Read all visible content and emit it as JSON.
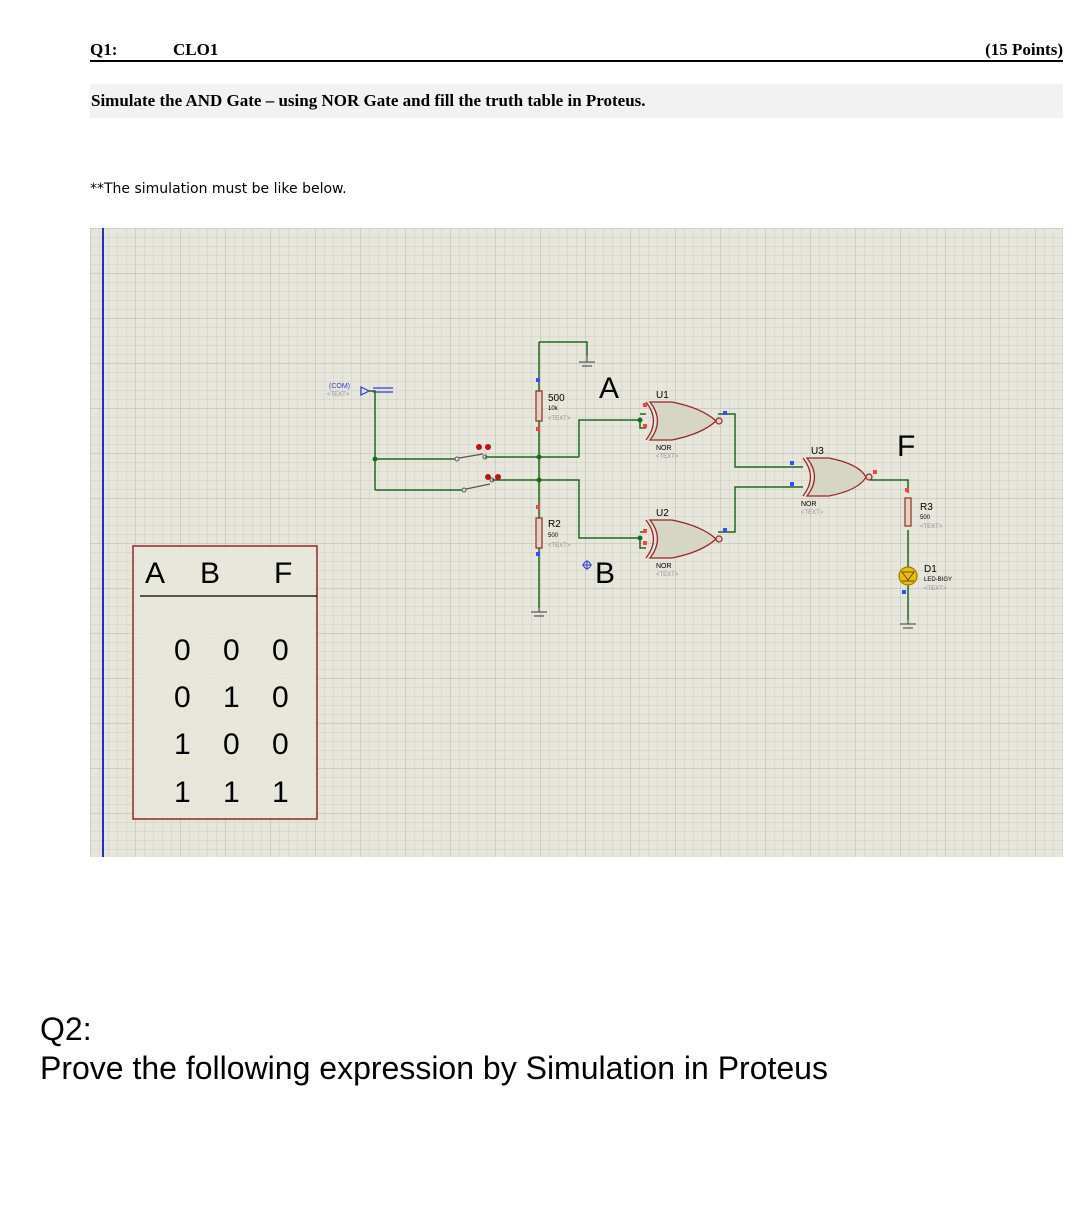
{
  "q1": {
    "number": "Q1:",
    "clo": "CLO1",
    "points": "(15 Points)",
    "task": "Simulate the AND Gate – using NOR Gate and fill the truth table in Proteus.",
    "note": "**The simulation must be like below."
  },
  "schematic": {
    "colors": {
      "background": "#e6e6dc",
      "grid": "#c8c8b8",
      "wire": "#1a6b1a",
      "gate_fill": "#d6d6c4",
      "gate_stroke": "#9b2525",
      "pin_red": "#ff4040",
      "pin_blue": "#3050ff",
      "led": "#e8c000"
    },
    "com_label": "(COM)",
    "text_placeholder": "<TEXT>",
    "label_a": "A",
    "label_b": "B",
    "label_f": "F",
    "resistor_top": {
      "value": "500",
      "sub": "10k"
    },
    "resistor_r2": {
      "ref": "R2",
      "value": "500"
    },
    "resistor_r3": {
      "ref": "R3",
      "value": "500"
    },
    "gate_u1": {
      "ref": "U1",
      "type": "NOR"
    },
    "gate_u2": {
      "ref": "U2",
      "type": "NOR"
    },
    "gate_u3": {
      "ref": "U3",
      "type": "NOR"
    },
    "led_d1": {
      "ref": "D1",
      "part": "LED-BIGY"
    }
  },
  "truth_table": {
    "headers": [
      "A",
      "B",
      "F"
    ],
    "rows": [
      [
        "0",
        "0",
        "0"
      ],
      [
        "0",
        "1",
        "0"
      ],
      [
        "1",
        "0",
        "0"
      ],
      [
        "1",
        "1",
        "1"
      ]
    ]
  },
  "q2": {
    "label": "Q2:",
    "text": "Prove the following expression by Simulation in Proteus"
  }
}
